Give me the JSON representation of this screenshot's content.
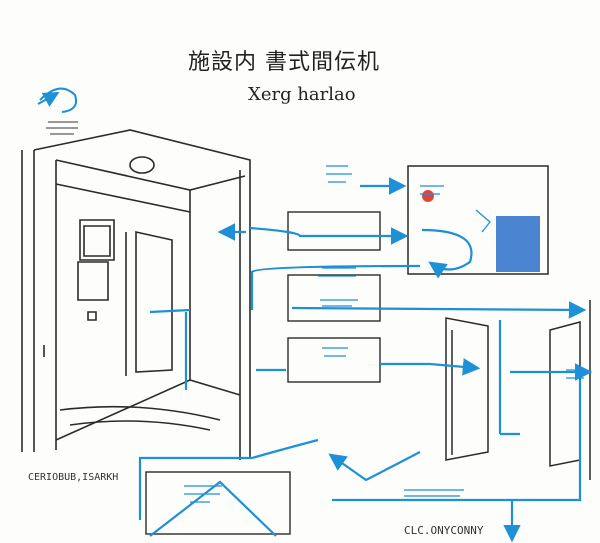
{
  "header": {
    "title": "施設内 書式間伝机",
    "subtitle": "Xerg harlao"
  },
  "labels": {
    "bottom_left": "CERIOBUB,ISARKH",
    "bottom_right": "CLC.ONYCONNY"
  },
  "colors": {
    "ink": "#2b2b2b",
    "flow": "#1e90d6",
    "accent_red": "#e0453a"
  }
}
